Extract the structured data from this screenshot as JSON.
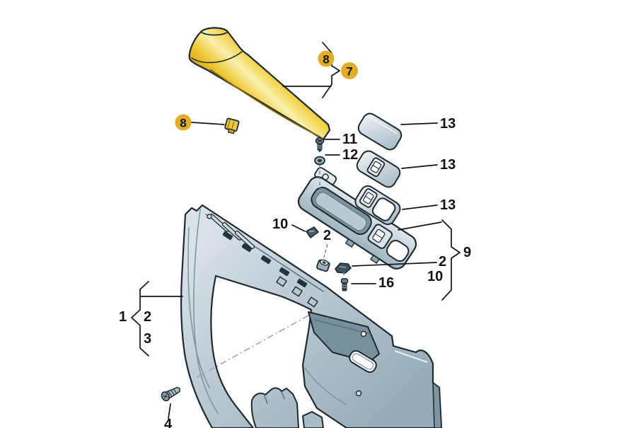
{
  "diagram": {
    "description": "exploded parts diagram of interior door/side trim panel",
    "background": "#ffffff",
    "colors": {
      "outline": "#1c2930",
      "label": "#121212",
      "leader": "#141414",
      "highlight": "#e2ae27",
      "trim_yellow": "#f0ce44",
      "panel_light": "#dfe7ec",
      "panel_mid": "#b6c4cd",
      "panel_dark": "#8fa4b0",
      "pocket": "#78909c"
    },
    "badges": [
      {
        "text": "8"
      },
      {
        "text": "7"
      },
      {
        "text": "8"
      }
    ],
    "callouts": [
      "11",
      "12",
      "13",
      "13",
      "13",
      "10",
      "2",
      "2",
      "10",
      "16",
      "9",
      "1",
      "2",
      "3",
      "4"
    ]
  }
}
